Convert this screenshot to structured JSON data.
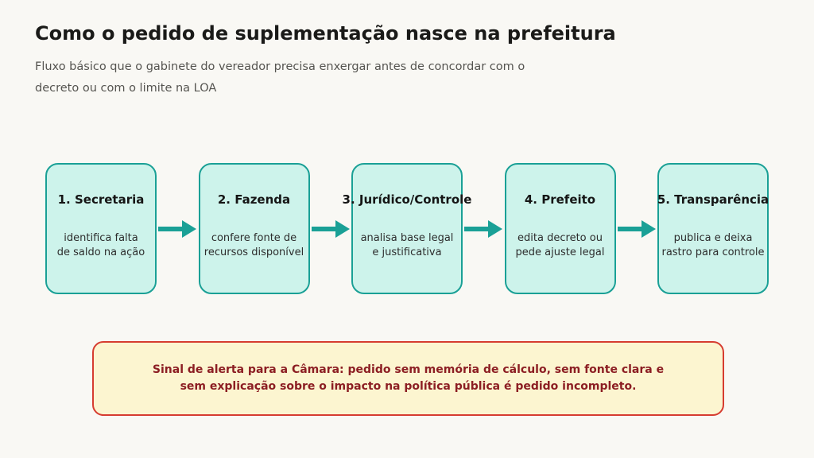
{
  "theme": {
    "page_bg": "#f9f8f4",
    "accent_teal": "#1aa096",
    "box_fill": "#cdf3eb",
    "alert_fill": "#fcf5d0",
    "alert_border": "#d63c30",
    "alert_text_color": "#8c1e23"
  },
  "header": {
    "title": "Como o pedido de suplementação nasce na prefeitura",
    "subtitle": "Fluxo básico que o gabinete do vereador precisa enxergar antes de concordar com o\ndecreto ou com o limite na LOA"
  },
  "flow": {
    "steps": [
      {
        "title": "1. Secretaria",
        "body": "identifica falta\nde saldo na ação"
      },
      {
        "title": "2. Fazenda",
        "body": "confere fonte de\nrecursos disponível"
      },
      {
        "title": "3. Jurídico/Controle",
        "body": "analisa base legal\ne justificativa"
      },
      {
        "title": "4. Prefeito",
        "body": "edita decreto ou\npede ajuste legal"
      },
      {
        "title": "5. Transparência",
        "body": "publica e deixa\nrastro para controle"
      }
    ]
  },
  "alert": {
    "text": "Sinal de alerta para a Câmara: pedido sem memória de cálculo, sem fonte clara e sem explicação sobre o impacto na política pública é pedido incompleto."
  }
}
